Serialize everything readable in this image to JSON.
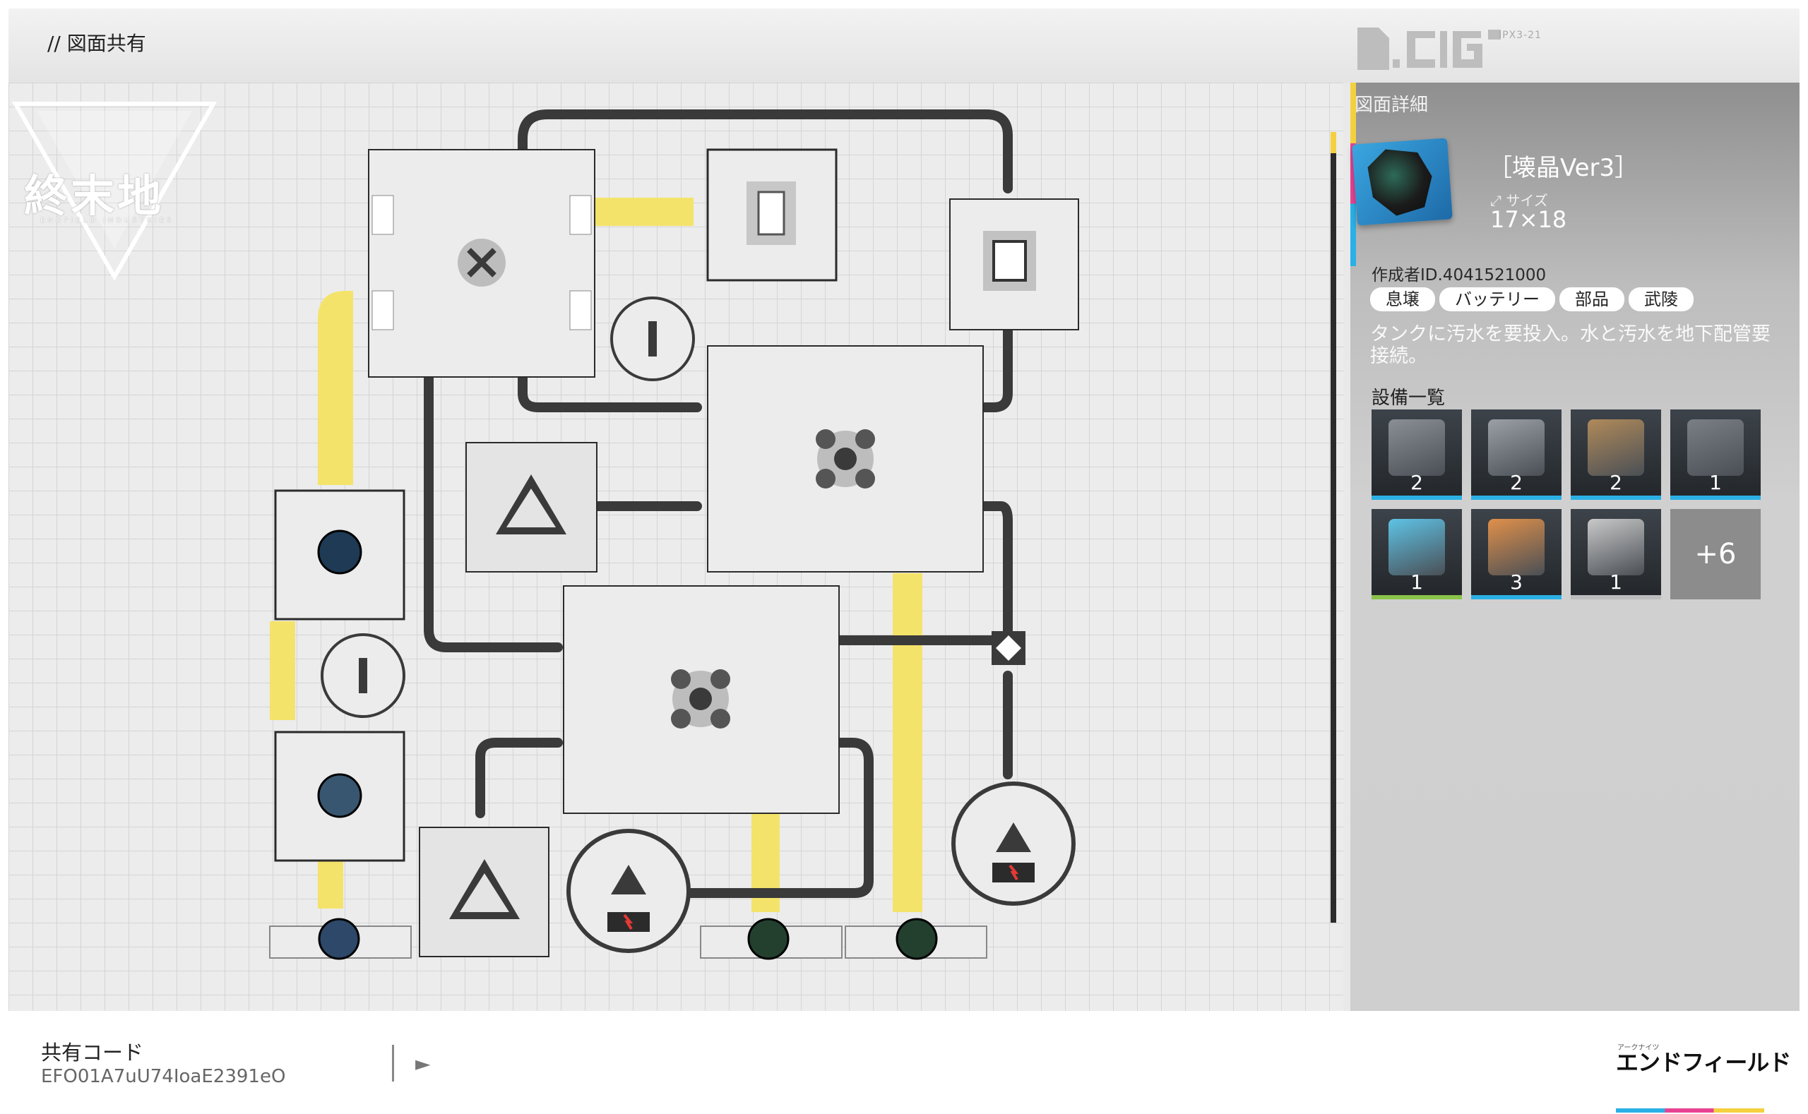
{
  "header": {
    "title": "// 図面共有",
    "brand_code": "IPX3-21"
  },
  "logo": {
    "title": "終末地",
    "subtitle": "ENDFIELD INDUSTRIES"
  },
  "detail": {
    "heading": "図面詳細",
    "blueprint_name": "［壊晶Ver3］",
    "size_label": "サイズ",
    "size_value": "17×18",
    "creator_id": "作成者ID.4041521000",
    "tags": [
      "息壌",
      "バッテリー",
      "部品",
      "武陵"
    ],
    "description": "タンクに汚水を要投入。水と汚水を地下配管要接続。",
    "equipment_heading": "設備一覧",
    "equipment": [
      {
        "count": "2",
        "icon": "sorter-arrow-icon",
        "bar": "#2bb0e6"
      },
      {
        "count": "2",
        "icon": "crusher-machine-icon",
        "bar": "#2bb0e6"
      },
      {
        "count": "2",
        "icon": "battery-rack-icon",
        "bar": "#2bb0e6"
      },
      {
        "count": "1",
        "icon": "battery-rack-colored-icon",
        "bar": "#2bb0e6"
      },
      {
        "count": "1",
        "icon": "water-tank-icon",
        "bar": "#8bc34a"
      },
      {
        "count": "3",
        "icon": "conveyor-unit-icon",
        "bar": "#2bb0e6"
      },
      {
        "count": "1",
        "icon": "storage-box-icon",
        "bar": "#bdbdbd"
      }
    ],
    "more_count": "+6"
  },
  "footer": {
    "share_label": "共有コード",
    "share_code": "EFO01A7uU74IoaE2391eO",
    "send_icon": "►",
    "brand_small": "アークナイツ",
    "brand": "エンドフィールド"
  },
  "colors": {
    "accent_yellow": "#f4d03f",
    "accent_pink": "#e84393",
    "accent_blue": "#2bb0e6",
    "conveyor": "#3a3a3a"
  }
}
